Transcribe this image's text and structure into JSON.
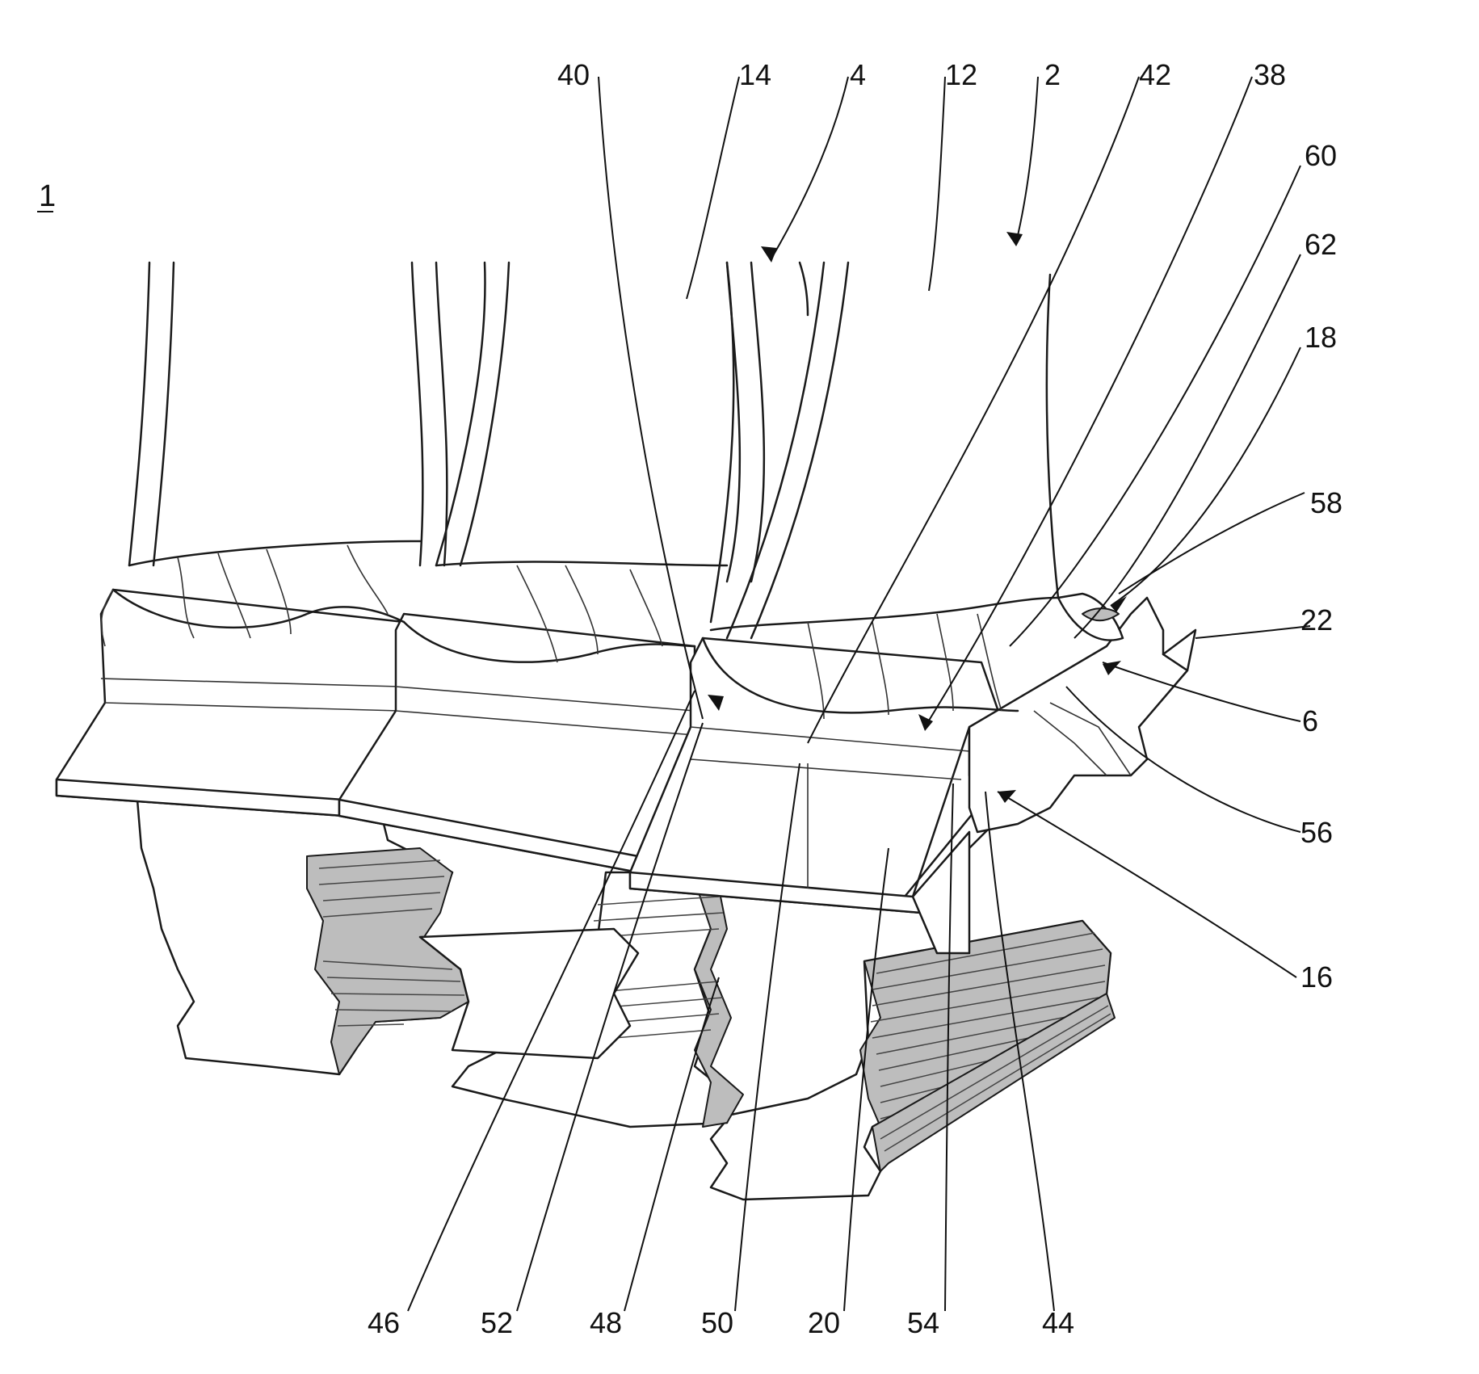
{
  "figure": {
    "number": "1",
    "labels": [
      {
        "id": "l40",
        "text": "40"
      },
      {
        "id": "l14",
        "text": "14"
      },
      {
        "id": "l4",
        "text": "4"
      },
      {
        "id": "l12",
        "text": "12"
      },
      {
        "id": "l2",
        "text": "2"
      },
      {
        "id": "l42",
        "text": "42"
      },
      {
        "id": "l38",
        "text": "38"
      },
      {
        "id": "l60",
        "text": "60"
      },
      {
        "id": "l62",
        "text": "62"
      },
      {
        "id": "l18",
        "text": "18"
      },
      {
        "id": "l58",
        "text": "58"
      },
      {
        "id": "l22",
        "text": "22"
      },
      {
        "id": "l6",
        "text": "6"
      },
      {
        "id": "l56",
        "text": "56"
      },
      {
        "id": "l16",
        "text": "16"
      },
      {
        "id": "l46",
        "text": "46"
      },
      {
        "id": "l52",
        "text": "52"
      },
      {
        "id": "l48",
        "text": "48"
      },
      {
        "id": "l50",
        "text": "50"
      },
      {
        "id": "l20",
        "text": "20"
      },
      {
        "id": "l54",
        "text": "54"
      },
      {
        "id": "l44",
        "text": "44"
      }
    ]
  }
}
